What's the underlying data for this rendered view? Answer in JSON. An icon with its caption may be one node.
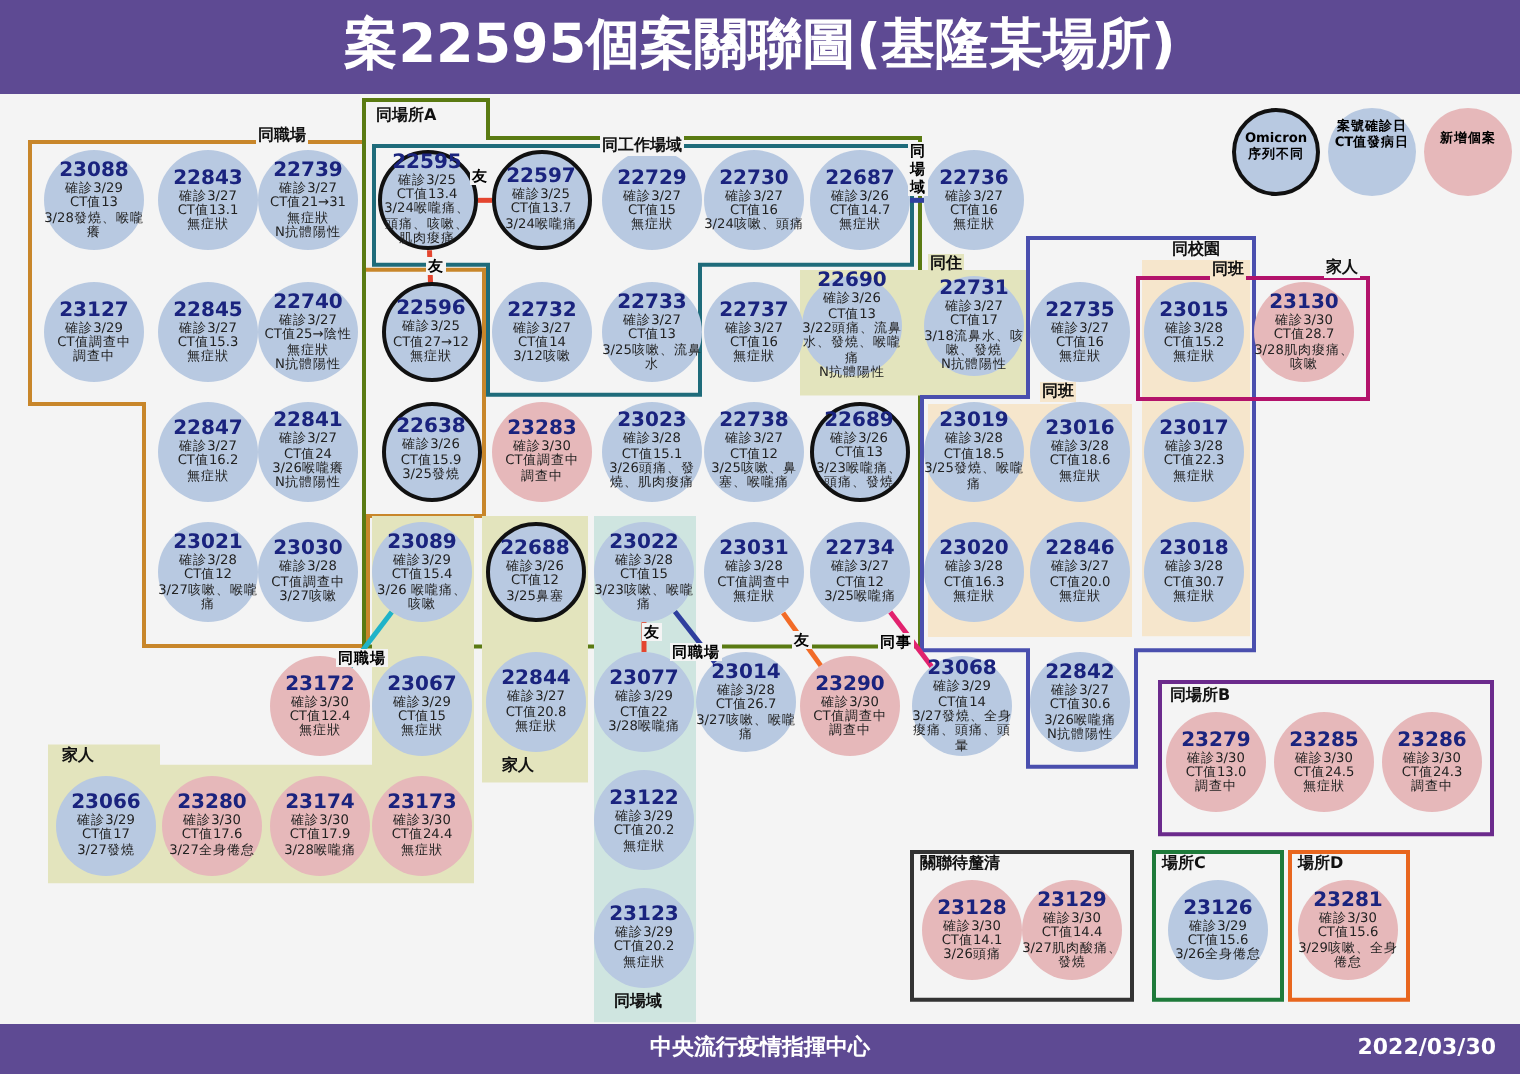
{
  "diagram": {
    "title": "案22595個案關聯圖(基隆某場所)",
    "nodes": [
      {
        "text": [
          "同職場"
        ]
      },
      {
        "text": [
          "23088",
          "確診3/29",
          "CT值13",
          "3/28發燒、喉嚨癢"
        ],
        "in": 0
      },
      {
        "text": [
          "22843",
          "確診3/27",
          "CT值13.1",
          "無症狀"
        ],
        "in": 0
      },
      {
        "text": [
          "22739",
          "確診3/27",
          "CT值21→31",
          "無症狀",
          "N抗體陽性"
        ],
        "in": 0
      },
      {
        "text": [
          "23127",
          "確診3/29",
          "CT值調查中",
          "調查中"
        ],
        "in": 0
      },
      {
        "text": [
          "22845",
          "確診3/27",
          "CT值15.3",
          "無症狀"
        ],
        "in": 0
      },
      {
        "text": [
          "22740",
          "確診3/27",
          "CT值25→陰性",
          "無症狀",
          "N抗體陽性"
        ],
        "in": 0
      },
      {
        "text": [
          "22847",
          "確診3/27",
          "CT值16.2",
          "無症狀"
        ],
        "in": 0
      },
      {
        "text": [
          "22841",
          "確診3/27",
          "CT值24",
          "3/26喉嚨癢",
          "N抗體陽性"
        ],
        "in": 0
      },
      {
        "text": [
          "23021",
          "確診3/28",
          "CT值12",
          "3/27咳嗽、喉嚨痛"
        ],
        "in": 0
      },
      {
        "text": [
          "23030",
          "確診3/28",
          "CT值調查中",
          "3/27咳嗽"
        ],
        "in": 0
      },
      {
        "text": [
          "同場所A"
        ]
      },
      {
        "text": [
          "同工作場域"
        ],
        "in": 11
      },
      {
        "text": [
          "22595",
          "確診3/25",
          "CT值13.4",
          "3/24喉嚨痛、頭痛、咳嗽、肌肉痠痛"
        ],
        "in": 12
      },
      {
        "text": [
          "22597",
          "確診3/25",
          "CT值13.7",
          "3/24喉嚨痛"
        ],
        "in": 12
      },
      {
        "text": [
          "22729",
          "確診3/27",
          "CT值15",
          "無症狀"
        ],
        "in": 12
      },
      {
        "text": [
          "22730",
          "確診3/27",
          "CT值16",
          "3/24咳嗽、頭痛"
        ],
        "in": 12
      },
      {
        "text": [
          "22687",
          "確診3/26",
          "CT值14.7",
          "無症狀"
        ],
        "in": 12
      },
      {
        "text": [
          "22732",
          "確診3/27",
          "CT值14",
          "3/12咳嗽"
        ],
        "in": 12
      },
      {
        "text": [
          "22733",
          "確診3/27",
          "CT值13",
          "3/25咳嗽、流鼻水"
        ],
        "in": 12
      },
      {
        "text": [
          "22596",
          "確診3/25",
          "CT值27→12",
          "無症狀"
        ]
      },
      {
        "text": [
          "22638",
          "確診3/26",
          "CT值15.9",
          "3/25發燒"
        ]
      },
      {
        "text": [
          "22737",
          "確診3/27",
          "CT值16",
          "無症狀"
        ],
        "in": 11
      },
      {
        "text": [
          "同住"
        ]
      },
      {
        "text": [
          "22690",
          "確診3/26",
          "CT值13",
          "3/22頭痛、流鼻水、發燒、喉嚨痛",
          "N抗體陽性"
        ]
      },
      {
        "text": [
          "22731",
          "確診3/27",
          "CT值17",
          "3/18流鼻水、咳嗽、發燒",
          "N抗體陽性"
        ],
        "in": 23
      },
      {
        "text": [
          "22736",
          "確診3/27",
          "CT值16",
          "無症狀"
        ]
      },
      {
        "text": [
          "同校園"
        ]
      },
      {
        "text": [
          "22735",
          "確診3/27",
          "CT值16",
          "無症狀"
        ],
        "in": 27
      },
      {
        "text": [
          "家人"
        ]
      },
      {
        "text": [
          "23015",
          "確診3/28",
          "CT值15.2",
          "無症狀"
        ]
      },
      {
        "text": [
          "23130",
          "確診3/30",
          "CT值28.7",
          "3/28肌肉痠痛、咳嗽"
        ],
        "in": 29
      },
      {
        "text": [
          "23283",
          "確診3/30",
          "CT值調查中",
          "調查中"
        ],
        "in": 11
      },
      {
        "text": [
          "23023",
          "確診3/28",
          "CT值15.1",
          "3/26頭痛、發燒、肌肉痠痛"
        ],
        "in": 11
      },
      {
        "text": [
          "22738",
          "確診3/27",
          "CT值12",
          "3/25咳嗽、鼻塞、喉嚨痛"
        ],
        "in": 11
      },
      {
        "text": [
          "22689",
          "確診3/26",
          "CT值13",
          "3/23喉嚨痛、頭痛、發燒"
        ],
        "in": 11
      },
      {
        "text": [
          "同班"
        ],
        "in": 27
      },
      {
        "text": [
          "23019",
          "確診3/28",
          "CT值18.5",
          "3/25發燒、喉嚨痛"
        ],
        "in": 36
      },
      {
        "text": [
          "23016",
          "確診3/28",
          "CT值18.6",
          "無症狀"
        ],
        "in": 36
      },
      {
        "text": [
          "23020",
          "確診3/28",
          "CT值16.3",
          "無症狀"
        ],
        "in": 36
      },
      {
        "text": [
          "22846",
          "確診3/27",
          "CT值20.0",
          "無症狀"
        ],
        "in": 36
      },
      {
        "text": [
          "同班"
        ],
        "in": 27
      },
      {
        "text": [
          "23017",
          "確診3/28",
          "CT值22.3",
          "無症狀"
        ],
        "in": 41
      },
      {
        "text": [
          "23018",
          "確診3/28",
          "CT值30.7",
          "無症狀"
        ],
        "in": 41
      },
      {
        "text": [
          "22842",
          "確診3/27",
          "CT值30.6",
          "3/26喉嚨痛",
          "N抗體陽性"
        ],
        "in": 27
      },
      {
        "text": [
          "家人"
        ]
      },
      {
        "text": [
          "23089",
          "確診3/29",
          "CT值15.4",
          "3/26 喉嚨痛、咳嗽"
        ]
      },
      {
        "text": [
          "家人"
        ]
      },
      {
        "text": [
          "22688",
          "確診3/26",
          "CT值12",
          "3/25鼻塞"
        ]
      },
      {
        "text": [
          "22844",
          "確診3/27",
          "CT值20.8",
          "無症狀"
        ],
        "in": 47
      },
      {
        "text": [
          "同場域"
        ]
      },
      {
        "text": [
          "23022",
          "確診3/28",
          "CT值15",
          "3/23咳嗽、喉嚨痛"
        ]
      },
      {
        "text": [
          "23077",
          "確診3/29",
          "CT值22",
          "3/28喉嚨痛"
        ],
        "in": 50
      },
      {
        "text": [
          "23122",
          "確診3/29",
          "CT值20.2",
          "無症狀"
        ],
        "in": 50
      },
      {
        "text": [
          "23123",
          "確診3/29",
          "CT值20.2",
          "無症狀"
        ],
        "in": 50
      },
      {
        "text": [
          "23031",
          "確診3/28",
          "CT值調查中",
          "無症狀"
        ],
        "in": 11
      },
      {
        "text": [
          "22734",
          "確診3/27",
          "CT值12",
          "3/25喉嚨痛"
        ],
        "in": 11
      },
      {
        "text": [
          "23172",
          "確診3/30",
          "CT值12.4",
          "無症狀"
        ]
      },
      {
        "text": [
          "23067",
          "確診3/29",
          "CT值15",
          "無症狀"
        ],
        "in": 45
      },
      {
        "text": [
          "23014",
          "確診3/28",
          "CT值26.7",
          "3/27咳嗽、喉嚨痛"
        ]
      },
      {
        "text": [
          "23290",
          "確診3/30",
          "CT值調查中",
          "調查中"
        ]
      },
      {
        "text": [
          "23068",
          "確診3/29",
          "CT值14",
          "3/27發燒、全身痠痛、頭痛、頭暈"
        ]
      },
      {
        "text": [
          "23066",
          "確診3/29",
          "CT值17",
          "3/27發燒"
        ],
        "in": 45
      },
      {
        "text": [
          "23280",
          "確診3/30",
          "CT值17.6",
          "3/27全身倦怠"
        ],
        "in": 45
      },
      {
        "text": [
          "23174",
          "確診3/30",
          "CT值17.9",
          "3/28喉嚨痛"
        ],
        "in": 45
      },
      {
        "text": [
          "23173",
          "確診3/30",
          "CT值24.4",
          "無症狀"
        ],
        "in": 45
      },
      {
        "text": [
          "同場所B"
        ]
      },
      {
        "text": [
          "23279",
          "確診3/30",
          "CT值13.0",
          "調查中"
        ],
        "in": 66
      },
      {
        "text": [
          "23285",
          "確診3/30",
          "CT值24.5",
          "無症狀"
        ],
        "in": 66
      },
      {
        "text": [
          "23286",
          "確診3/30",
          "CT值24.3",
          "調查中"
        ],
        "in": 66
      },
      {
        "text": [
          "關聯待釐清"
        ]
      },
      {
        "text": [
          "23128",
          "確診3/30",
          "CT值14.1",
          "3/26頭痛"
        ],
        "in": 70
      },
      {
        "text": [
          "23129",
          "確診3/30",
          "CT值14.4",
          "3/27肌肉酸痛、發燒"
        ],
        "in": 70
      },
      {
        "text": [
          "場所C"
        ]
      },
      {
        "text": [
          "23126",
          "確診3/29",
          "CT值15.6",
          "3/26全身倦怠"
        ],
        "in": 73
      },
      {
        "text": [
          "場所D"
        ]
      },
      {
        "text": [
          "23281",
          "確診3/30",
          "CT值15.6",
          "3/29咳嗽、全身倦怠"
        ],
        "in": 75
      }
    ],
    "edges": [
      {
        "from": 13,
        "to": 14,
        "arrow": "none",
        "label": "友"
      },
      {
        "from": 13,
        "to": 20,
        "arrow": "none",
        "label": "友"
      },
      {
        "from": 17,
        "to": 26,
        "arrow": "none",
        "label": "同場域",
        "color": "#2f3f9e"
      },
      {
        "from": 46,
        "to": 57,
        "arrow": "none",
        "label": "同職場",
        "color": "#1fb3c9"
      },
      {
        "from": 51,
        "to": 52,
        "arrow": "none",
        "label": "友"
      },
      {
        "from": 51,
        "to": 59,
        "arrow": "none",
        "label": "同職場",
        "color": "#2f3f9e"
      },
      {
        "from": 55,
        "to": 60,
        "arrow": "none",
        "label": "友",
        "color": "#f26b27"
      },
      {
        "from": 56,
        "to": 61,
        "arrow": "none",
        "label": "同事",
        "color": "#e2226e"
      }
    ],
    "labels": [
      "中央流行疫情指揮中心",
      "2022/03/30"
    ],
    "legend": [
      {
        "text": "Omicron序列不同"
      },
      {
        "text": "案號確診日CT值發病日",
        "color": "#b8c9e1"
      },
      {
        "text": "新增個案",
        "color": "#e6b8ba"
      }
    ]
  }
}
